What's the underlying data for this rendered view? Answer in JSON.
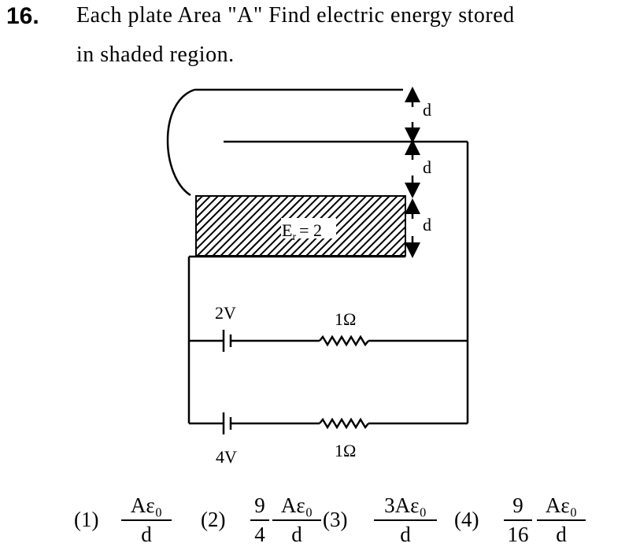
{
  "question": {
    "number": "16.",
    "line1": "Each plate Area \"A\" Find electric energy stored",
    "line2": "in shaded region."
  },
  "figure": {
    "gap_label": "d",
    "dielectric_label": "E",
    "dielectric_subscript": "r",
    "dielectric_value": "= 2",
    "battery_top": "2V",
    "battery_bottom": "4V",
    "resistor_top": "1Ω",
    "resistor_bottom": "1Ω"
  },
  "options": [
    {
      "label": "(1)",
      "coef": "",
      "numerator": "Aε₀",
      "denominator": "d"
    },
    {
      "label": "(2)",
      "coef_num": "9",
      "coef_den": "4",
      "numerator": "Aε₀",
      "denominator": "d"
    },
    {
      "label": "(3)",
      "coef": "",
      "numerator": "3Aε₀",
      "denominator": "d"
    },
    {
      "label": "(4)",
      "coef_num": "9",
      "coef_den": "16",
      "numerator": "Aε₀",
      "denominator": "d"
    }
  ]
}
